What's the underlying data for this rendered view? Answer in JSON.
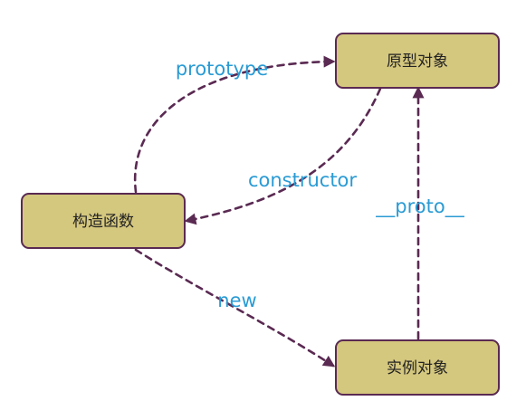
{
  "colors": {
    "node_fill": "#d4c77e",
    "node_border": "#5a2a52",
    "edge": "#5a2a52",
    "label": "#2a9bd4"
  },
  "nodes": {
    "prototype_object": "原型对象",
    "constructor_function": "构造函数",
    "instance_object": "实例对象"
  },
  "edges": {
    "prototype": "prototype",
    "constructor": "constructor",
    "proto": "__proto__",
    "new": "new"
  }
}
